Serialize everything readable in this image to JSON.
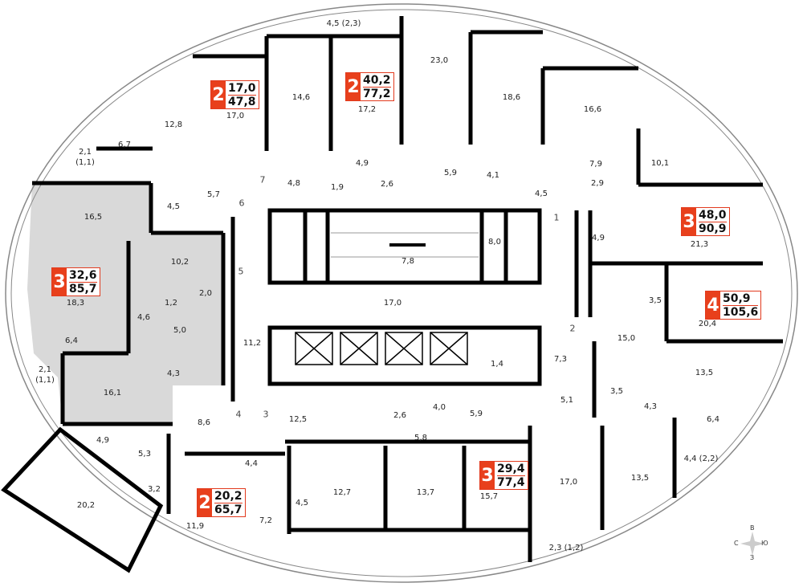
{
  "rooms": [
    "4,5 (2,3)",
    "14,6",
    "17,0",
    "23,0",
    "17,2",
    "18,6",
    "16,6",
    "12,8",
    "6,7",
    "2,1",
    "(1,1)",
    "10,1",
    "4,8",
    "4,9",
    "1,9",
    "2,6",
    "5,9",
    "4,1",
    "4,5",
    "7,9",
    "2,9",
    "5,7",
    "4,5",
    "16,5",
    "21,3",
    "4,9",
    "8,0",
    "10,2",
    "7,8",
    "18,3",
    "2,0",
    "1,2",
    "17,0",
    "3,5",
    "20,4",
    "4,6",
    "5,0",
    "11,2",
    "15,0",
    "6,4",
    "1,4",
    "7,3",
    "4,3",
    "2,1",
    "(1,1)",
    "16,1",
    "13,5",
    "3,5",
    "5,1",
    "4,3",
    "12,5",
    "4,0",
    "2,6",
    "5,9",
    "8,6",
    "6,4",
    "5,8",
    "4,9",
    "4,4",
    "5,3",
    "4,4 (2,2)",
    "3,2",
    "12,7",
    "13,7",
    "15,7",
    "17,0",
    "13,5",
    "20,2",
    "4,5",
    "7,2",
    "11,9",
    "2,3 (1,2)"
  ],
  "door_numbers": [
    "7",
    "6",
    "5",
    "1",
    "2",
    "4",
    "3"
  ],
  "apartments": [
    {
      "rooms": "2",
      "living": "17,0",
      "total": "47,8"
    },
    {
      "rooms": "2",
      "living": "40,2",
      "total": "77,2"
    },
    {
      "rooms": "3",
      "living": "48,0",
      "total": "90,9"
    },
    {
      "rooms": "3",
      "living": "32,6",
      "total": "85,7"
    },
    {
      "rooms": "4",
      "living": "50,9",
      "total": "105,6"
    },
    {
      "rooms": "3",
      "living": "29,4",
      "total": "77,4"
    },
    {
      "rooms": "2",
      "living": "20,2",
      "total": "65,7"
    }
  ],
  "compass": {
    "n": "В",
    "w": "С",
    "e": "Ю",
    "s": "З"
  },
  "colors": {
    "badge": "#e8401c",
    "highlight": "#d9d9d9",
    "wall": "#000000"
  }
}
